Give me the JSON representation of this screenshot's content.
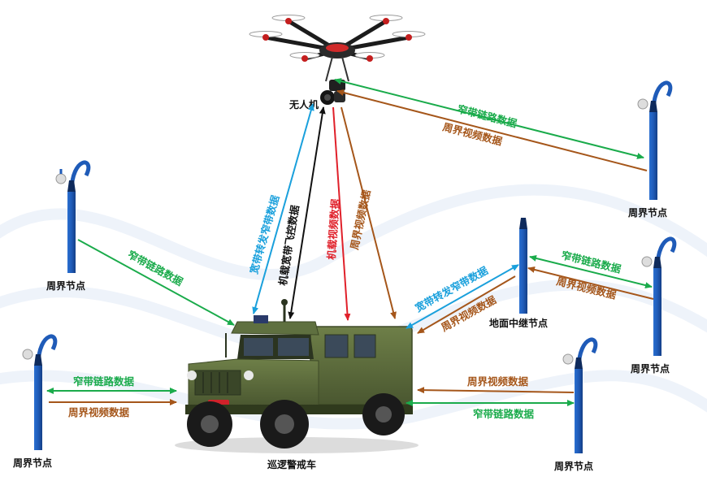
{
  "nodes": {
    "drone": "无人机",
    "vehicle": "巡逻警戒车",
    "relay": "地面中继节点",
    "perimeter": "周界节点"
  },
  "edges": {
    "narrowband_link": "窄带链路数据",
    "perimeter_video": "周界视频数据",
    "broadband_to_narrowband": "宽带转发窄带数据",
    "airborne_broadband_flight_control": "机载宽带飞控数据",
    "airborne_video": "机载视频数据"
  },
  "colors": {
    "green": "#1aab4b",
    "brown": "#a5561a",
    "cyan": "#1aa0dc",
    "red": "#e0202a",
    "black": "#111111",
    "pole_blue": "#1f5bb8",
    "vehicle_green": "#5b6b3a"
  },
  "icons": {
    "drone": "hexacopter-drone-icon",
    "vehicle": "armored-vehicle-icon",
    "perimeter": "camera-pole-icon",
    "relay": "relay-pole-icon"
  }
}
